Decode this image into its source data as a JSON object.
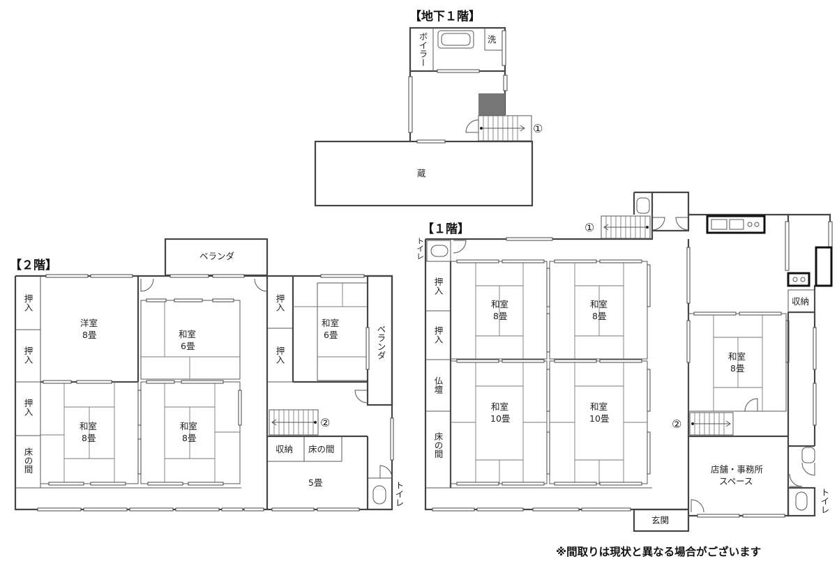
{
  "floors": {
    "basement": {
      "title": "【地下１階】",
      "boiler": "ボイラー",
      "wash": "洗",
      "storehouse": "蔵",
      "stair_marker": "①"
    },
    "first": {
      "title": "【１階】",
      "toilet_left": "トイレ",
      "toilet_right": "トイレ",
      "closet1": "押入",
      "closet2": "押入",
      "butsudan": "仏壇",
      "tokonoma": "床の間",
      "room_a_name": "和室",
      "room_a_size": "8畳",
      "room_b_name": "和室",
      "room_b_size": "8畳",
      "room_c_name": "和室",
      "room_c_size": "10畳",
      "room_d_name": "和室",
      "room_d_size": "10畳",
      "room_e_name": "和室",
      "room_e_size": "8畳",
      "storage": "収納",
      "shop_line1": "店舗・事務所",
      "shop_line2": "スペース",
      "entrance": "玄関",
      "stair_marker_top": "①",
      "stair_marker_mid": "②"
    },
    "second": {
      "title": "【２階】",
      "veranda_top": "ベランダ",
      "veranda_side": "ベランダ",
      "closet1": "押入",
      "closet2": "押入",
      "closet3": "押入",
      "closet4": "押入",
      "closet5": "押入",
      "tokonoma": "床の間",
      "western_name": "洋室",
      "western_size": "8畳",
      "room_6a_name": "和室",
      "room_6a_size": "6畳",
      "room_6b_name": "和室",
      "room_6b_size": "6畳",
      "room_8a_name": "和室",
      "room_8a_size": "8畳",
      "room_8b_name": "和室",
      "room_8b_size": "8畳",
      "storage": "収納",
      "tokonoma2": "床の間",
      "room_5": "5畳",
      "toilet": "トイレ",
      "stair_marker": "②"
    }
  },
  "note": "※間取りは現状と異なる場合がございます"
}
